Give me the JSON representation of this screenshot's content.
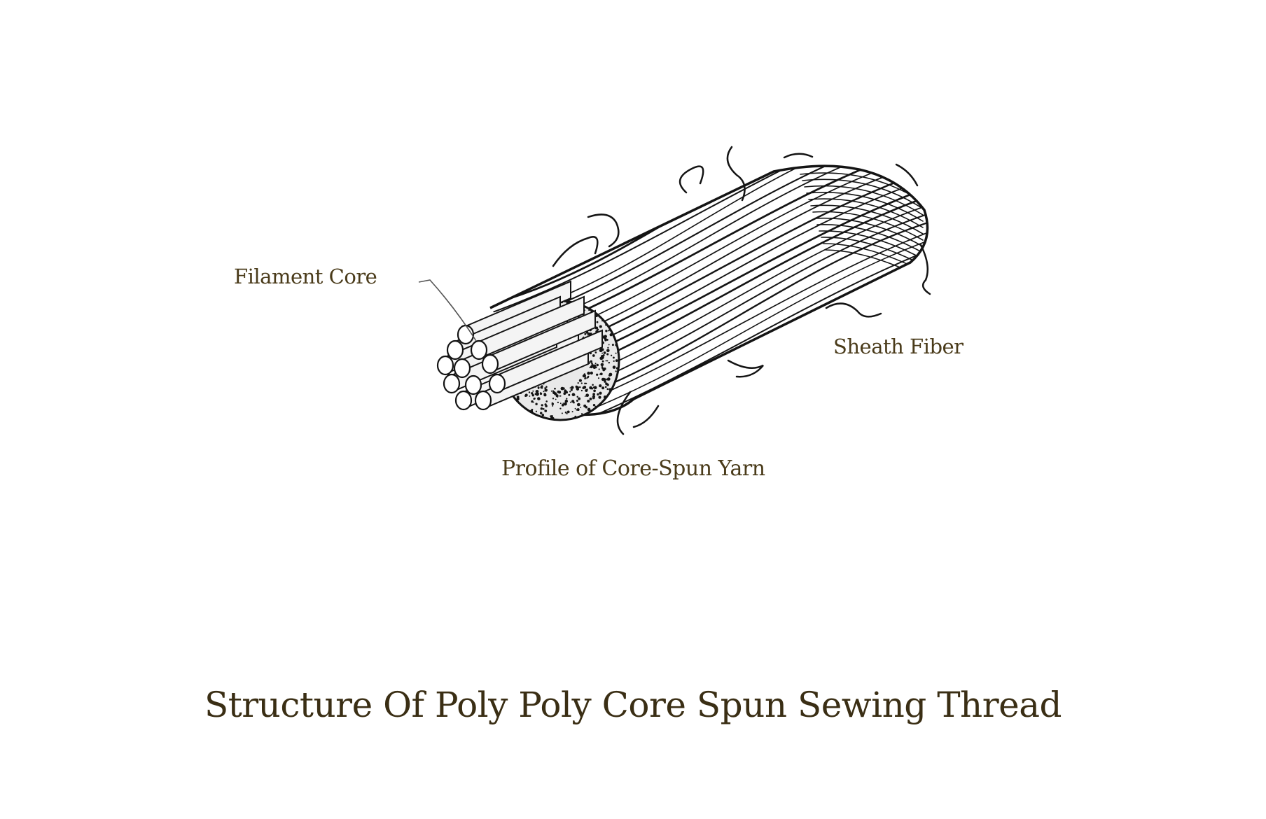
{
  "diagram": {
    "labels": {
      "filament_core": "Filament Core",
      "sheath_fiber": "Sheath Fiber",
      "profile": "Profile of Core-Spun Yarn"
    },
    "caption": "Structure Of Poly Poly Core Spun Sewing Thread",
    "colors": {
      "label_text": "#4a3b1a",
      "caption_text": "#3a2e14",
      "drawing_ink": "#141414",
      "leader_line": "#555555",
      "background": "#ffffff"
    }
  }
}
